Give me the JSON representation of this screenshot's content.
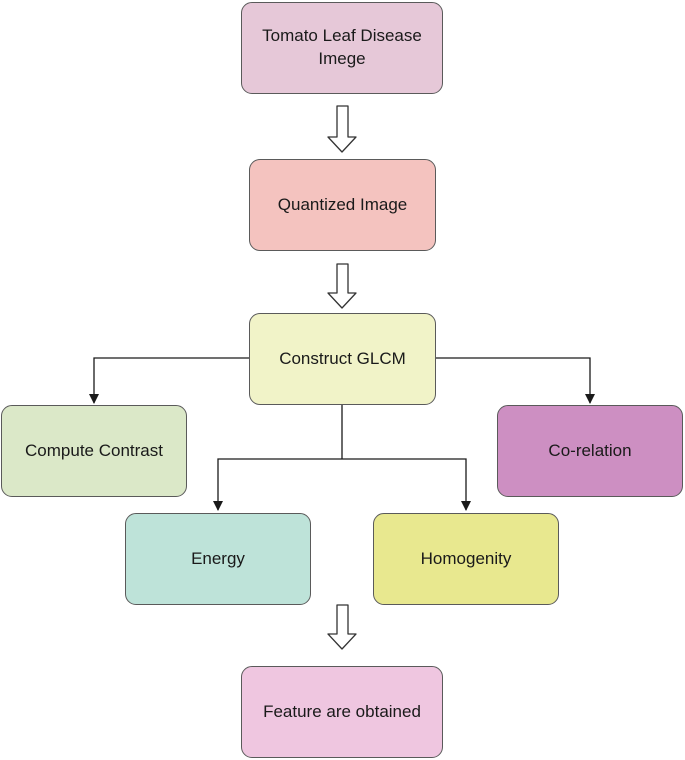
{
  "nodes": {
    "input_image": {
      "label": "Tomato Leaf Disease Imege",
      "color": "#e6c8d8"
    },
    "quantized": {
      "label": "Quantized Image",
      "color": "#f4c3bf"
    },
    "glcm": {
      "label": "Construct GLCM",
      "color": "#f1f3c8"
    },
    "contrast": {
      "label": "Compute Contrast",
      "color": "#dbe8c8"
    },
    "correlation": {
      "label": "Co-relation",
      "color": "#cd8fc2"
    },
    "energy": {
      "label": "Energy",
      "color": "#bee3d9"
    },
    "homogenity": {
      "label": "Homogenity",
      "color": "#e8e88f"
    },
    "features": {
      "label": "Feature are obtained",
      "color": "#efc6e0"
    }
  },
  "colors": {
    "border": "#5a5a5a",
    "arrow": "#1a1a1a"
  }
}
